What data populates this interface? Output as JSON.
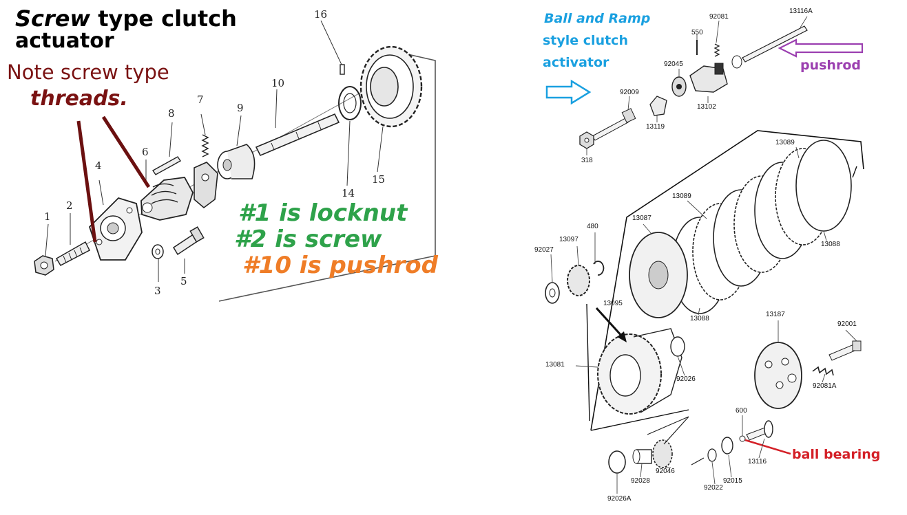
{
  "left": {
    "title_em": "Screw",
    "title_rest": "type clutch",
    "title_line2": "actuator",
    "note_line1": "Note screw type",
    "note_line2": "threads.",
    "callouts": [
      "#1 is locknut",
      "#2 is screw",
      "#10 is pushrod"
    ],
    "callout_colors": [
      "#2ea24a",
      "#2ea24a",
      "#ef7d27"
    ],
    "part_numbers": [
      "1",
      "2",
      "3",
      "4",
      "5",
      "6",
      "7",
      "8",
      "9",
      "10",
      "14",
      "15",
      "16"
    ]
  },
  "right": {
    "title_line1": "Ball and Ramp",
    "title_line2": "style clutch",
    "title_line3": "activator",
    "title_color": "#1aa0e0",
    "pushrod_label": "pushrod",
    "pushrod_color": "#9b3fb0",
    "ball_label": "ball bearing",
    "ball_color": "#d42027",
    "part_numbers": {
      "p13116A": "13116A",
      "p92081": "92081",
      "p550": "550",
      "p92045": "92045",
      "p13102": "13102",
      "p92009": "92009",
      "p13119": "13119",
      "p318": "318",
      "p13089a": "13089",
      "p13089b": "13089",
      "p13087": "13087",
      "p480": "480",
      "p13097": "13097",
      "p92027": "92027",
      "p13088a": "13088",
      "p13088b": "13088",
      "p13095": "13095",
      "p13187": "13187",
      "p92001": "92001",
      "p13081": "13081",
      "p92026": "92026",
      "p92081A": "92081A",
      "p600": "600",
      "p13116": "13116",
      "p92046": "92046",
      "p92028": "92028",
      "p92022": "92022",
      "p92015": "92015",
      "p92026A": "92026A"
    }
  }
}
